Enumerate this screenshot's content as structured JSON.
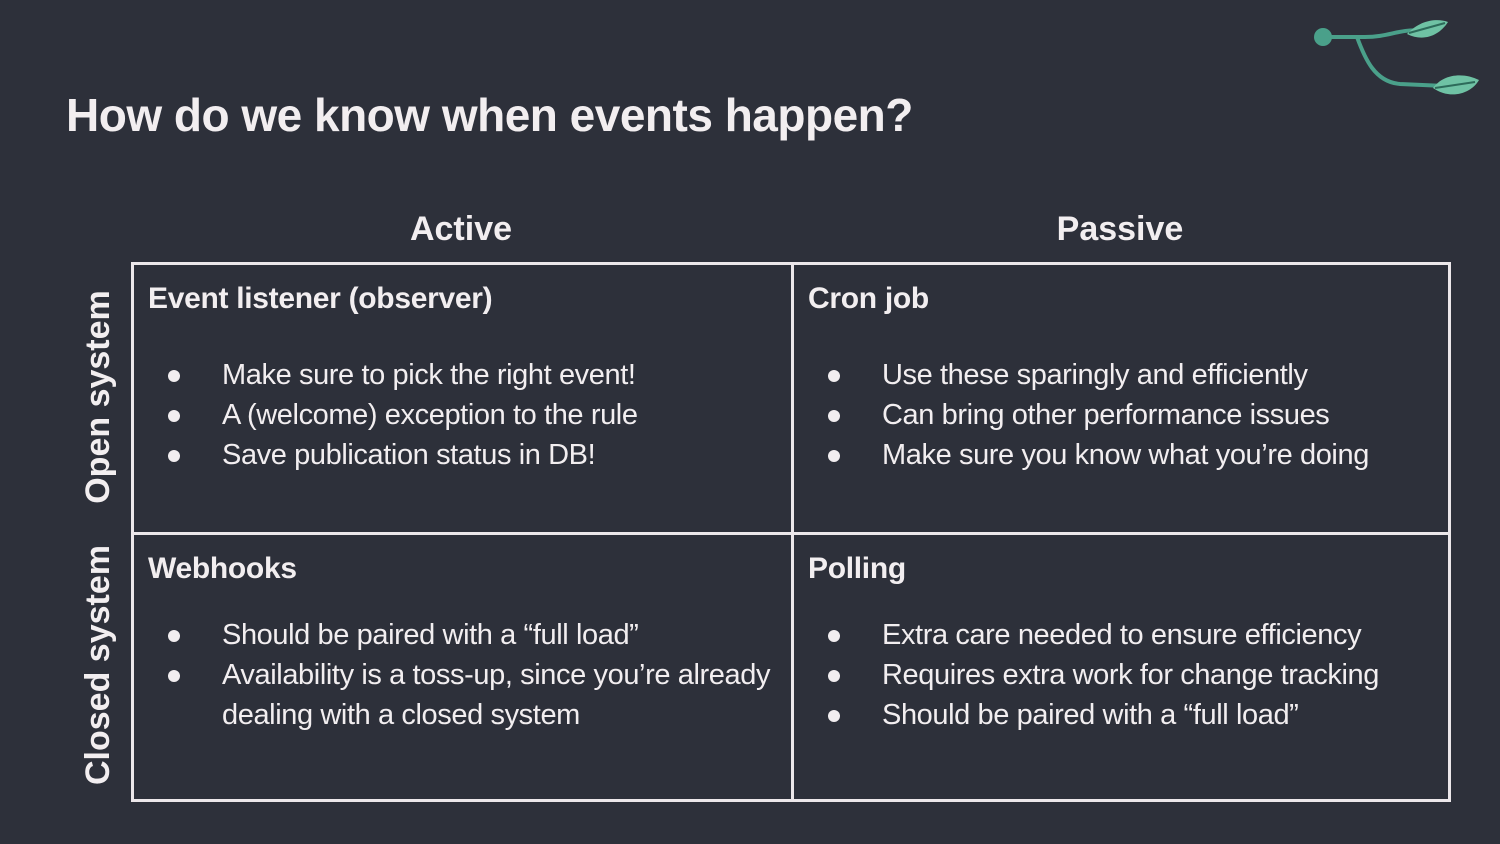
{
  "title": "How do we know when events happen?",
  "columns": {
    "active": "Active",
    "passive": "Passive"
  },
  "rows": {
    "open": "Open system",
    "closed": "Closed system"
  },
  "cells": {
    "open_active": {
      "title": "Event listener (observer)",
      "bullets": [
        "Make sure to pick the right event!",
        "A (welcome) exception to the rule",
        "Save publication status in DB!"
      ]
    },
    "open_passive": {
      "title": "Cron job",
      "bullets": [
        "Use these sparingly and efficiently",
        "Can bring other performance issues",
        "Make sure you know what you’re doing"
      ]
    },
    "closed_active": {
      "title": "Webhooks",
      "bullets": [
        "Should be paired with a “full load”",
        "Availability is a toss-up, since you’re already dealing with a closed system"
      ]
    },
    "closed_passive": {
      "title": "Polling",
      "bullets": [
        "Extra care needed to ensure efficiency",
        "Requires extra work for change tracking",
        "Should be paired with a “full load”"
      ]
    }
  },
  "colors": {
    "background": "#2d303a",
    "text": "#f2eef0",
    "accent_leaf": "#4aa08a"
  },
  "icons": [
    "branch-leaves-icon",
    "bullet-icon"
  ]
}
